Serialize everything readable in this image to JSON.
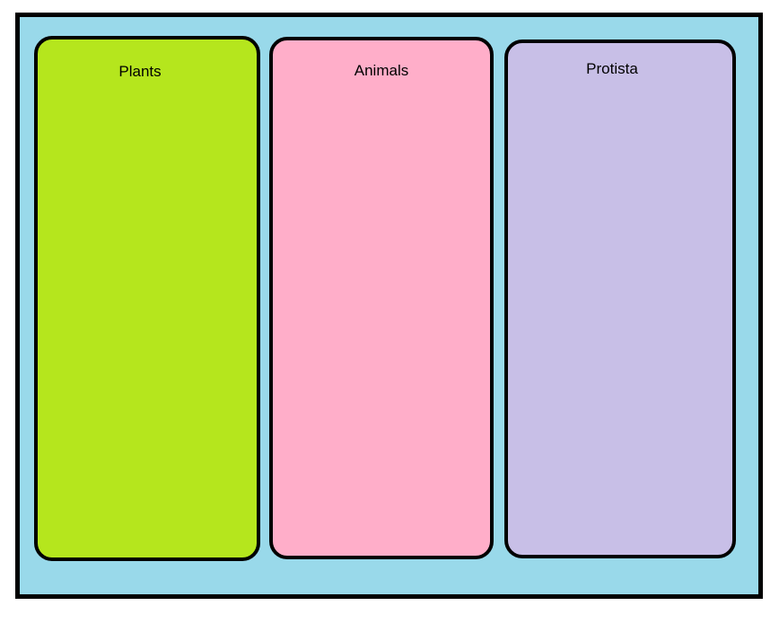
{
  "board": {
    "background_color": "#99D9EA",
    "border_color": "#000000",
    "canvas_background": "#FFFFFF"
  },
  "kingdom_columns": [
    {
      "label": "Plants",
      "color": "#B5E61D",
      "border_color": "#000000"
    },
    {
      "label": "Animals",
      "color": "#FFAEC9",
      "border_color": "#000000"
    },
    {
      "label": "Protista",
      "color": "#C8BFE7",
      "border_color": "#000000"
    }
  ]
}
